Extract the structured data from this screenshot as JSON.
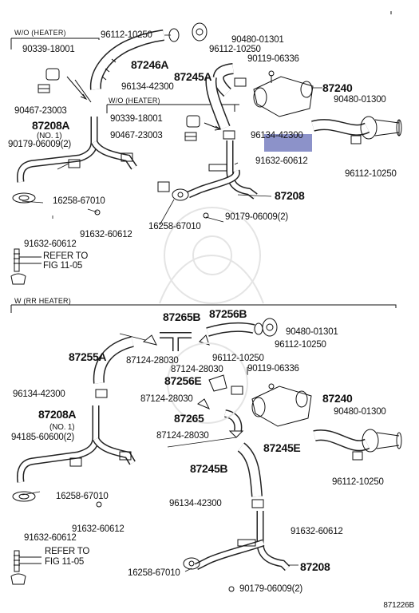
{
  "sections": {
    "top_variant": "W/O (HEATER)",
    "inner_variant": "W/O (HEATER)",
    "bottom_variant": "W (RR HEATER)"
  },
  "top_labels": [
    {
      "id": "t1",
      "text": "96112-10250",
      "big": false
    },
    {
      "id": "t2",
      "text": "90480-01301",
      "big": false
    },
    {
      "id": "t3",
      "text": "96112-10250",
      "big": false
    },
    {
      "id": "t4",
      "text": "90339-18001",
      "big": false
    },
    {
      "id": "t5",
      "text": "87246A",
      "big": true
    },
    {
      "id": "t6",
      "text": "90119-06336",
      "big": false
    },
    {
      "id": "t7",
      "text": "87245A",
      "big": true
    },
    {
      "id": "t8",
      "text": "96134-42300",
      "big": false
    },
    {
      "id": "t9",
      "text": "87240",
      "big": true
    },
    {
      "id": "t10",
      "text": "90480-01300",
      "big": false
    },
    {
      "id": "t11",
      "text": "90467-23003",
      "big": false
    },
    {
      "id": "t12",
      "text": "90339-18001",
      "big": false
    },
    {
      "id": "t13",
      "text": "87208A",
      "big": true
    },
    {
      "id": "t14",
      "text": "(NO. 1)",
      "big": false
    },
    {
      "id": "t15",
      "text": "90179-06009(2)",
      "big": false
    },
    {
      "id": "t16",
      "text": "90467-23003",
      "big": false
    },
    {
      "id": "t17",
      "text": "96134-42300",
      "big": false
    },
    {
      "id": "t18",
      "text": "91632-60612",
      "big": false
    },
    {
      "id": "t19",
      "text": "96112-10250",
      "big": false
    },
    {
      "id": "t20",
      "text": "87208",
      "big": true
    },
    {
      "id": "t21",
      "text": "16258-67010",
      "big": false
    },
    {
      "id": "t22",
      "text": "90179-06009(2)",
      "big": false
    },
    {
      "id": "t23",
      "text": "16258-67010",
      "big": false
    },
    {
      "id": "t24",
      "text": "91632-60612",
      "big": false
    },
    {
      "id": "t25",
      "text": "91632-60612",
      "big": false
    },
    {
      "id": "t26",
      "text": "REFER TO",
      "big": false
    },
    {
      "id": "t27",
      "text": "FIG 11-05",
      "big": false
    }
  ],
  "bottom_labels": [
    {
      "id": "b1",
      "text": "87265B",
      "big": true
    },
    {
      "id": "b2",
      "text": "87256B",
      "big": true
    },
    {
      "id": "b3",
      "text": "90480-01301",
      "big": false
    },
    {
      "id": "b4",
      "text": "87255A",
      "big": true
    },
    {
      "id": "b5",
      "text": "87124-28030",
      "big": false
    },
    {
      "id": "b6",
      "text": "96112-10250",
      "big": false
    },
    {
      "id": "b7",
      "text": "96112-10250",
      "big": false
    },
    {
      "id": "b8",
      "text": "87124-28030",
      "big": false
    },
    {
      "id": "b9",
      "text": "90119-06336",
      "big": false
    },
    {
      "id": "b10",
      "text": "87256E",
      "big": true
    },
    {
      "id": "b11",
      "text": "96134-42300",
      "big": false
    },
    {
      "id": "b12",
      "text": "87124-28030",
      "big": false
    },
    {
      "id": "b13",
      "text": "87240",
      "big": true
    },
    {
      "id": "b14",
      "text": "87208A",
      "big": true
    },
    {
      "id": "b15",
      "text": "87265",
      "big": true
    },
    {
      "id": "b16",
      "text": "(NO. 1)",
      "big": false
    },
    {
      "id": "b17",
      "text": "90480-01300",
      "big": false
    },
    {
      "id": "b18",
      "text": "94185-60600(2)",
      "big": false
    },
    {
      "id": "b19",
      "text": "87124-28030",
      "big": false
    },
    {
      "id": "b20",
      "text": "87245E",
      "big": true
    },
    {
      "id": "b21",
      "text": "87245B",
      "big": true
    },
    {
      "id": "b22",
      "text": "16258-67010",
      "big": false
    },
    {
      "id": "b23",
      "text": "96112-10250",
      "big": false
    },
    {
      "id": "b24",
      "text": "96134-42300",
      "big": false
    },
    {
      "id": "b25",
      "text": "91632-60612",
      "big": false
    },
    {
      "id": "b26",
      "text": "91632-60612",
      "big": false
    },
    {
      "id": "b27",
      "text": "91632-60612",
      "big": false
    },
    {
      "id": "b28",
      "text": "REFER TO",
      "big": false
    },
    {
      "id": "b29",
      "text": "FIG 11-05",
      "big": false
    },
    {
      "id": "b30",
      "text": "87208",
      "big": true
    },
    {
      "id": "b31",
      "text": "16258-67010",
      "big": false
    },
    {
      "id": "b32",
      "text": "90179-06009(2)",
      "big": false
    }
  ],
  "figure_number": "871226B",
  "highlight_color": "#8c92c9"
}
